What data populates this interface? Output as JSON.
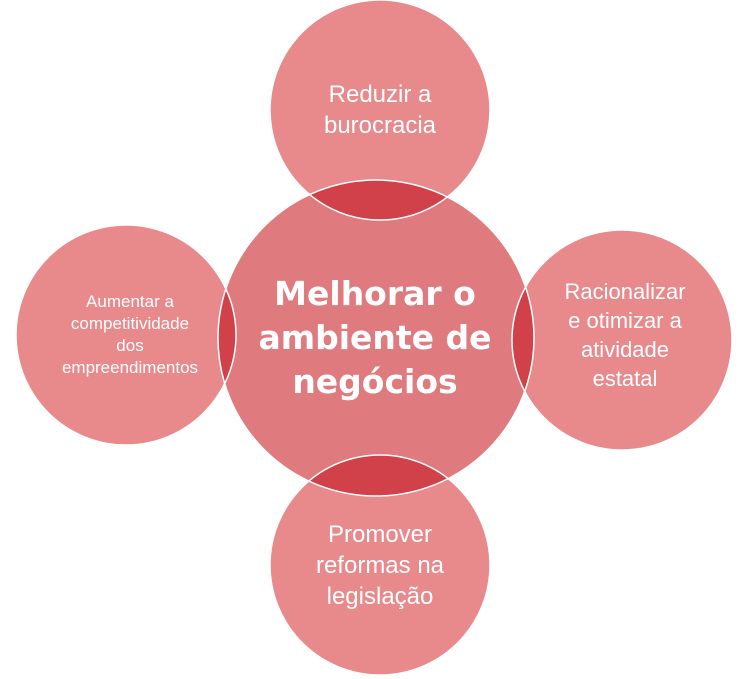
{
  "center": {
    "text": "Melhorar o\nambiente de\nnegócios"
  },
  "nodes": {
    "top": "Reduzir a\nburocracia",
    "right": "Racionalizar\ne otimizar a\natividade\nestatal",
    "bottom": "Promover\nreformas na\nlegislação",
    "left": "Aumentar a\ncompetitividade\ndos\nempreendimentos"
  },
  "colors": {
    "satellite_fill": "#e8898c",
    "center_fill": "#df7a7e",
    "overlap_fill": "#d04149",
    "outline": "#ffffff",
    "text": "#ffffff"
  }
}
